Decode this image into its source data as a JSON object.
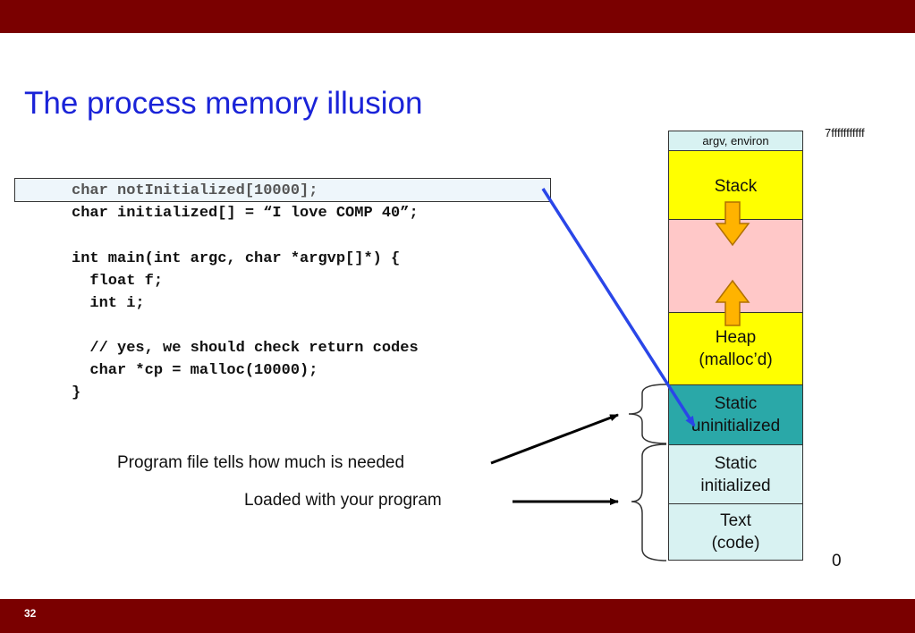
{
  "slide": {
    "title": "The process memory illusion",
    "page_number": "32"
  },
  "code": {
    "lines": [
      "char notInitialized[10000];",
      "char initialized[] = “I love COMP 40”;",
      "int main(int argc, char *argvp[]*) {",
      "  float f;",
      "  int i;",
      "  // yes, we should check return codes",
      "  char *cp = malloc(10000);",
      "}"
    ]
  },
  "memory": {
    "top_address": "7fffffffffff",
    "bottom_address": "0",
    "segments": {
      "argv": "argv, environ",
      "stack": "Stack",
      "heap_line1": "Heap",
      "heap_line2": "(malloc’d)",
      "static_uninit_line1": "Static",
      "static_uninit_line2": "uninitialized",
      "static_init_line1": "Static",
      "static_init_line2": "initialized",
      "text_line1": "Text",
      "text_line2": "(code)"
    },
    "colors": {
      "argv": "#d8f2f2",
      "stack": "#ffff00",
      "gap": "#ffc8c8",
      "heap": "#ffff00",
      "static_uninit": "#2aa8a8",
      "static_init": "#d8f2f2",
      "text": "#d8f2f2",
      "arrow_fill": "#ffb300"
    }
  },
  "annotations": {
    "program_file": "Program file tells how much is needed",
    "loaded": "Loaded with your program"
  },
  "colors": {
    "bars": "#7a0000",
    "title": "#1a23d8",
    "pointer_arrow": "#2a46e8"
  }
}
